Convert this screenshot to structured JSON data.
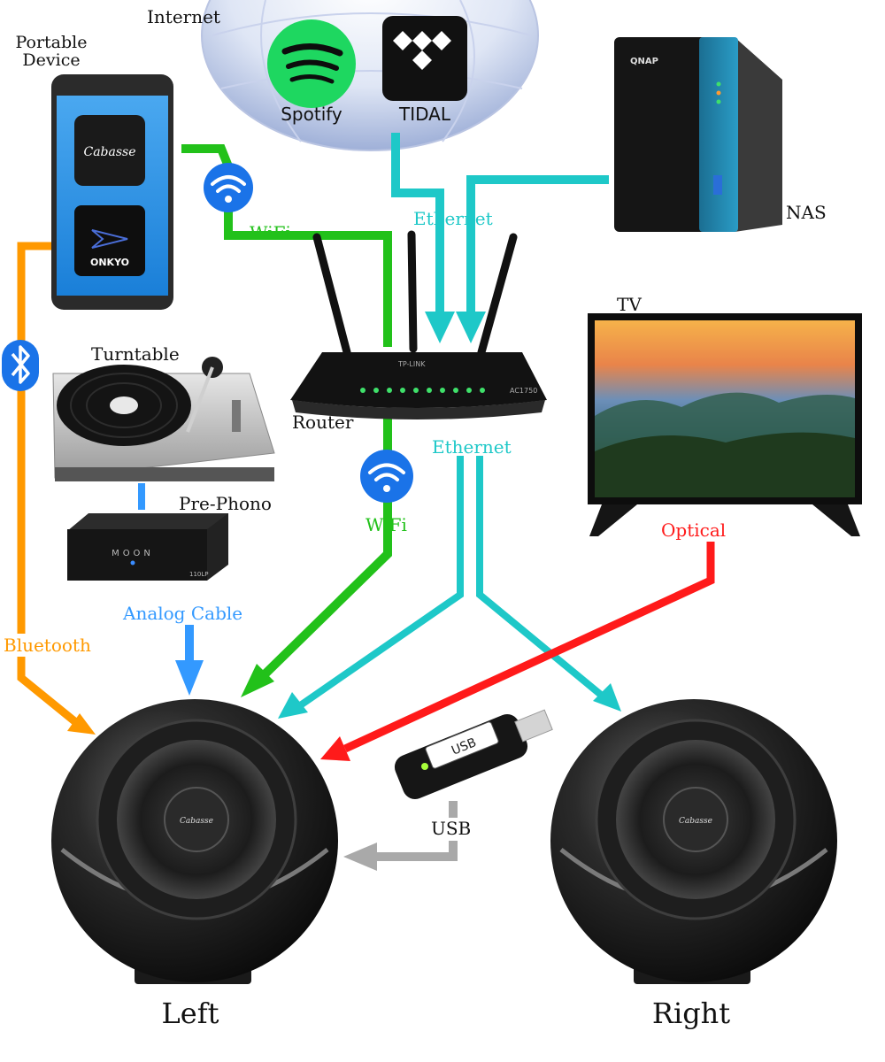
{
  "labels": {
    "internet": "Internet",
    "portable_device": [
      "Portable",
      "Device"
    ],
    "spotify": "Spotify",
    "tidal": "TIDAL",
    "nas": "NAS",
    "router": "Router",
    "turntable": "Turntable",
    "pre_phono": "Pre-Phono",
    "tv": "TV",
    "left": "Left",
    "right": "Right"
  },
  "connections": {
    "wifi_top": "WiFi",
    "wifi_bottom": "WiFi",
    "ethernet_top": "Ethernet",
    "ethernet_bottom": "Ethernet",
    "optical": "Optical",
    "analog_cable": "Analog Cable",
    "bluetooth": "Bluetooth",
    "usb": "USB"
  },
  "device_text": {
    "app_cabasse": "Cabasse",
    "app_onkyo": "ONKYO",
    "nas_brand": "QNAP",
    "router_brand": "TP-LINK",
    "router_model": "AC1750",
    "prephono_brand": "MOON",
    "prephono_model": "110LP",
    "usb_stick": "USB",
    "speaker_brand": "Cabasse"
  },
  "colors": {
    "wifi": "#22c11a",
    "ethernet": "#1ec8c8",
    "optical": "#ff1a1a",
    "analog": "#3399ff",
    "bluetooth": "#ff9900",
    "usb": "#a9a9a9",
    "wifi_badge": "#1a73e8"
  },
  "icons": [
    "wifi-icon",
    "bluetooth-icon",
    "spotify-icon",
    "tidal-icon"
  ]
}
